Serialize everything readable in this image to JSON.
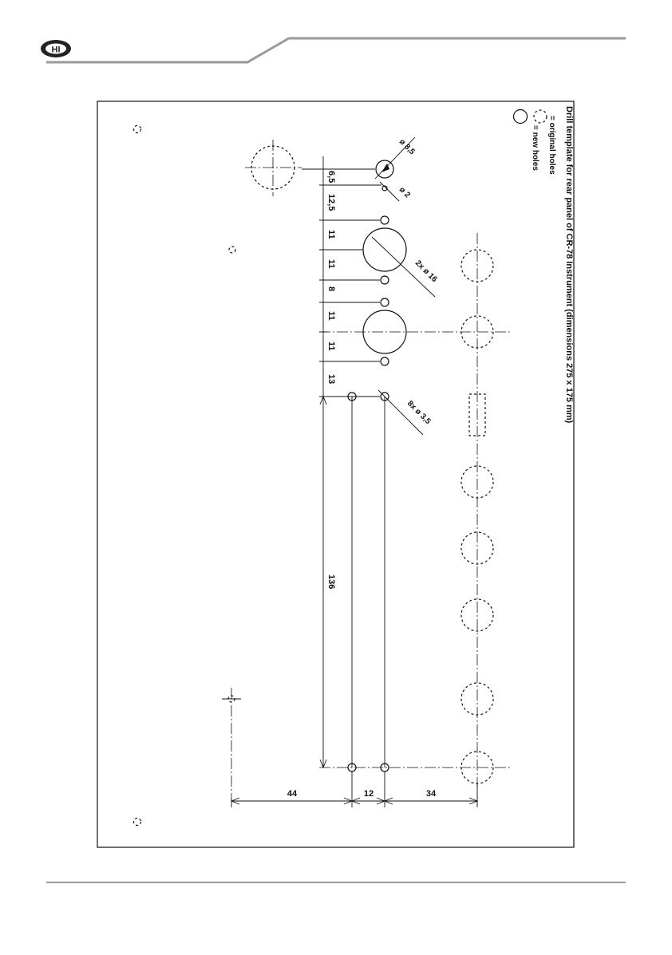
{
  "header": {
    "logo_letters": "HI",
    "logo_icon": "hi-logo-icon"
  },
  "drawing": {
    "title": "Drill template for rear panel of CR-78 Instrument (dimensions 275 x 175 mm)",
    "legend_original": "= original holes",
    "legend_new": "= new holes",
    "callout_small": "ø 2",
    "callout_8_5": "ø 8,5",
    "callout_16": "2x ø 16",
    "callout_3_5": "8x ø 3,5",
    "dims_vertical": [
      "6,5",
      "12,5",
      "11",
      "11",
      "8",
      "11",
      "11",
      "13",
      "136"
    ],
    "dims_bottom": [
      "44",
      "12",
      "34"
    ]
  },
  "colors": {
    "rule": "#9a9a9a",
    "ink": "#111111"
  }
}
